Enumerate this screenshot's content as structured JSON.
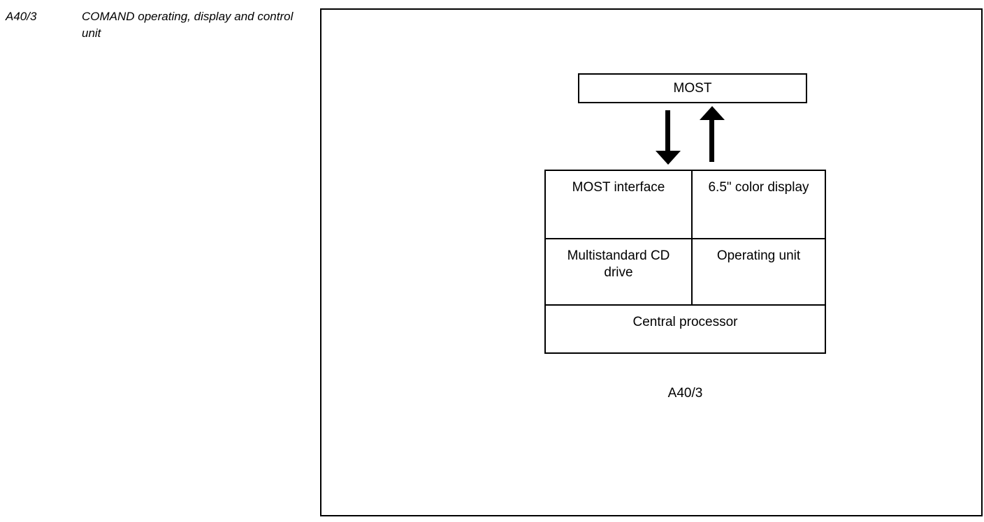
{
  "legend": {
    "code": "A40/3",
    "description": "COMAND operating, display and control unit"
  },
  "diagram": {
    "bus": {
      "label": "MOST"
    },
    "arrows": {
      "down_name": "most-to-unit-arrow",
      "up_name": "unit-to-most-arrow"
    },
    "unit": {
      "rows": [
        {
          "cells": [
            {
              "label": "MOST interface"
            },
            {
              "label": "6.5\" color display"
            }
          ]
        },
        {
          "cells": [
            {
              "label": "Multistandard CD drive"
            },
            {
              "label": "Operating unit"
            }
          ]
        },
        {
          "cells": [
            {
              "label": "Central processor"
            }
          ]
        }
      ],
      "caption": "A40/3"
    }
  },
  "colors": {
    "ink": "#000000",
    "paper": "#ffffff"
  }
}
